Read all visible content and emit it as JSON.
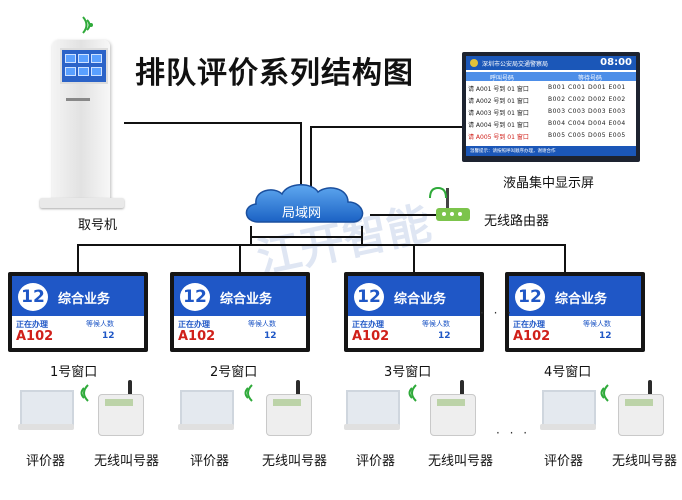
{
  "title": "排队评价系列结构图",
  "kiosk_label": "取号机",
  "lcd_label": "液晶集中显示屏",
  "lan_label": "局域网",
  "router_label": "无线路由器",
  "watermark": "江开智能",
  "lcd": {
    "header": "深圳市公安局交通警察局",
    "clock": "08:00",
    "col_call": "呼叫号码",
    "col_wait": "等待号码",
    "rows": [
      {
        "call": "请 A001 号到 01 窗口",
        "wait": "B001  C001  D001  E001"
      },
      {
        "call": "请 A002 号到 01 窗口",
        "wait": "B002  C002  D002  E002"
      },
      {
        "call": "请 A003 号到 01 窗口",
        "wait": "B003  C003  D003  E003"
      },
      {
        "call": "请 A004 号到 01 窗口",
        "wait": "B004  C004  D004  E004"
      },
      {
        "call": "请 A005 号到 01 窗口",
        "wait": "B005  C005  D005  E005"
      }
    ],
    "footer": "温馨提示：请按照呼叫顺序办理，谢谢合作"
  },
  "windows": [
    {
      "number": "12",
      "business": "综合业务",
      "processing": "正在办理",
      "ticket": "A102",
      "waiting_label": "等候人数",
      "waiting": "12",
      "label": "1号窗口"
    },
    {
      "number": "12",
      "business": "综合业务",
      "processing": "正在办理",
      "ticket": "A102",
      "waiting_label": "等候人数",
      "waiting": "12",
      "label": "2号窗口"
    },
    {
      "number": "12",
      "business": "综合业务",
      "processing": "正在办理",
      "ticket": "A102",
      "waiting_label": "等候人数",
      "waiting": "12",
      "label": "3号窗口"
    },
    {
      "number": "12",
      "business": "综合业务",
      "processing": "正在办理",
      "ticket": "A102",
      "waiting_label": "等候人数",
      "waiting": "12",
      "label": "4号窗口"
    }
  ],
  "device_labels": {
    "evaluator": "评价器",
    "caller": "无线叫号器"
  },
  "ellipsis": "· · ·",
  "colors": {
    "accent_blue": "#1f57c6",
    "ticket_red": "#d0201a",
    "router_green": "#7cc44c",
    "wifi_green": "#2faa3a"
  }
}
